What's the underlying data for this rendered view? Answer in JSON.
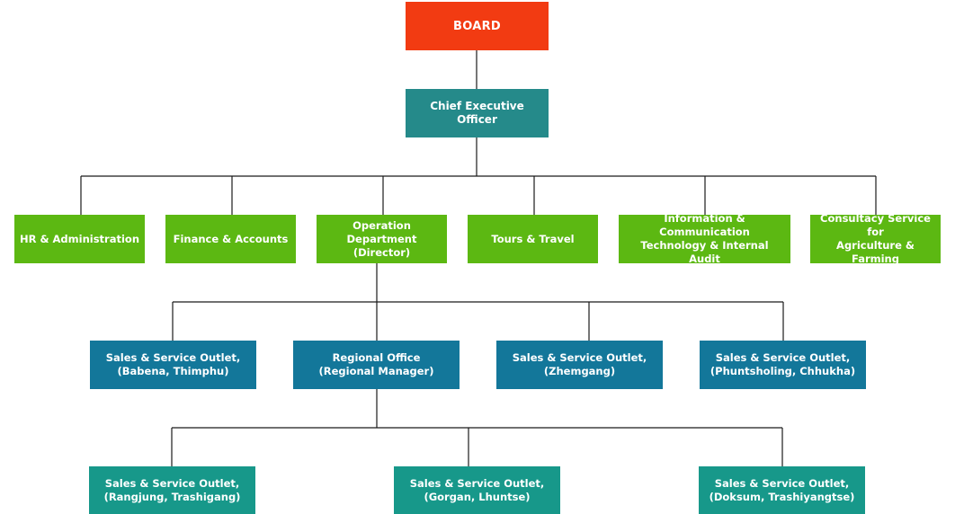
{
  "board": {
    "label": "BOARD",
    "color": "#f23b12"
  },
  "ceo": {
    "label": "Chief Executive Officer",
    "color": "#258a8a"
  },
  "departments": [
    {
      "label": "HR & Administration"
    },
    {
      "label": "Finance & Accounts"
    },
    {
      "label": "Operation Department\n(Director)"
    },
    {
      "label": "Tours & Travel"
    },
    {
      "label": "Information & Communication\nTechnology & Internal Audit"
    },
    {
      "label": "Consultacy Service for\nAgriculture & Farming"
    }
  ],
  "operation_units": [
    {
      "label": "Sales & Service Outlet,\n(Babena, Thimphu)"
    },
    {
      "label": "Regional Office\n(Regional Manager)"
    },
    {
      "label": "Sales & Service Outlet,\n(Zhemgang)"
    },
    {
      "label": "Sales & Service Outlet,\n(Phuntsholing, Chhukha)"
    }
  ],
  "regional_outlets": [
    {
      "label": "Sales & Service Outlet,\n(Rangjung, Trashigang)"
    },
    {
      "label": "Sales & Service Outlet,\n(Gorgan, Lhuntse)"
    },
    {
      "label": "Sales & Service Outlet,\n(Doksum, Trashiyangtse)"
    }
  ],
  "colors": {
    "department": "#5cb812",
    "operation_unit": "#13779a",
    "regional_outlet": "#17988a",
    "connector": "#1a1a1a"
  }
}
